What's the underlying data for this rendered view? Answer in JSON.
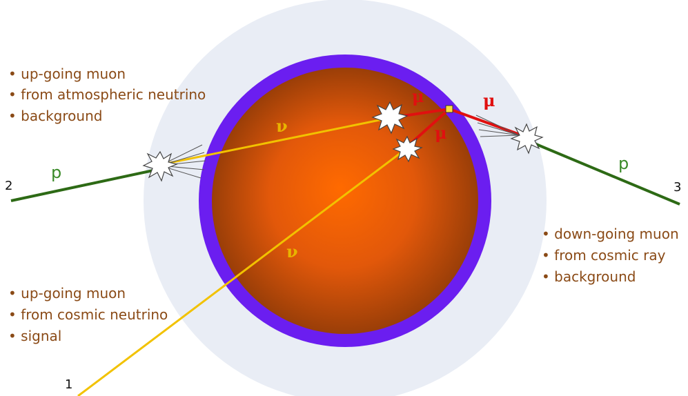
{
  "colors": {
    "background": "#ffffff",
    "atmosphere": "#e9edf5",
    "earth_crust": "#6b1ef0",
    "earth_core_center": "#ff6a00",
    "earth_core_edge": "#9a3e08",
    "neutrino_track": "#f2c200",
    "muon_track": "#e01010",
    "proton_track": "#2d6a15",
    "bullet_text": "#8a4a16",
    "neutrino_label": "#e8b400",
    "muon_label": "#e01010",
    "proton_label": "#3a8a28",
    "number_label": "#111111",
    "detector": "#ffe23a"
  },
  "groups": [
    {
      "id": "atmospheric",
      "lines": [
        "• up-going muon",
        "• from atmospheric neutrino",
        "• background"
      ]
    },
    {
      "id": "cosmic-neutrino",
      "lines": [
        "• up-going muon",
        "• from cosmic neutrino",
        "• signal"
      ]
    },
    {
      "id": "cosmic-ray",
      "lines": [
        "• down-going muon",
        "• from cosmic ray",
        "• background"
      ]
    }
  ],
  "labels": {
    "nu_atmospheric": "ν",
    "nu_cosmic": "ν",
    "mu_atmospheric": "μ",
    "mu_cosmic": "μ",
    "mu_downgoing": "μ",
    "p_left": "p",
    "p_right": "p",
    "num_1": "1",
    "num_2": "2",
    "num_3": "3"
  }
}
